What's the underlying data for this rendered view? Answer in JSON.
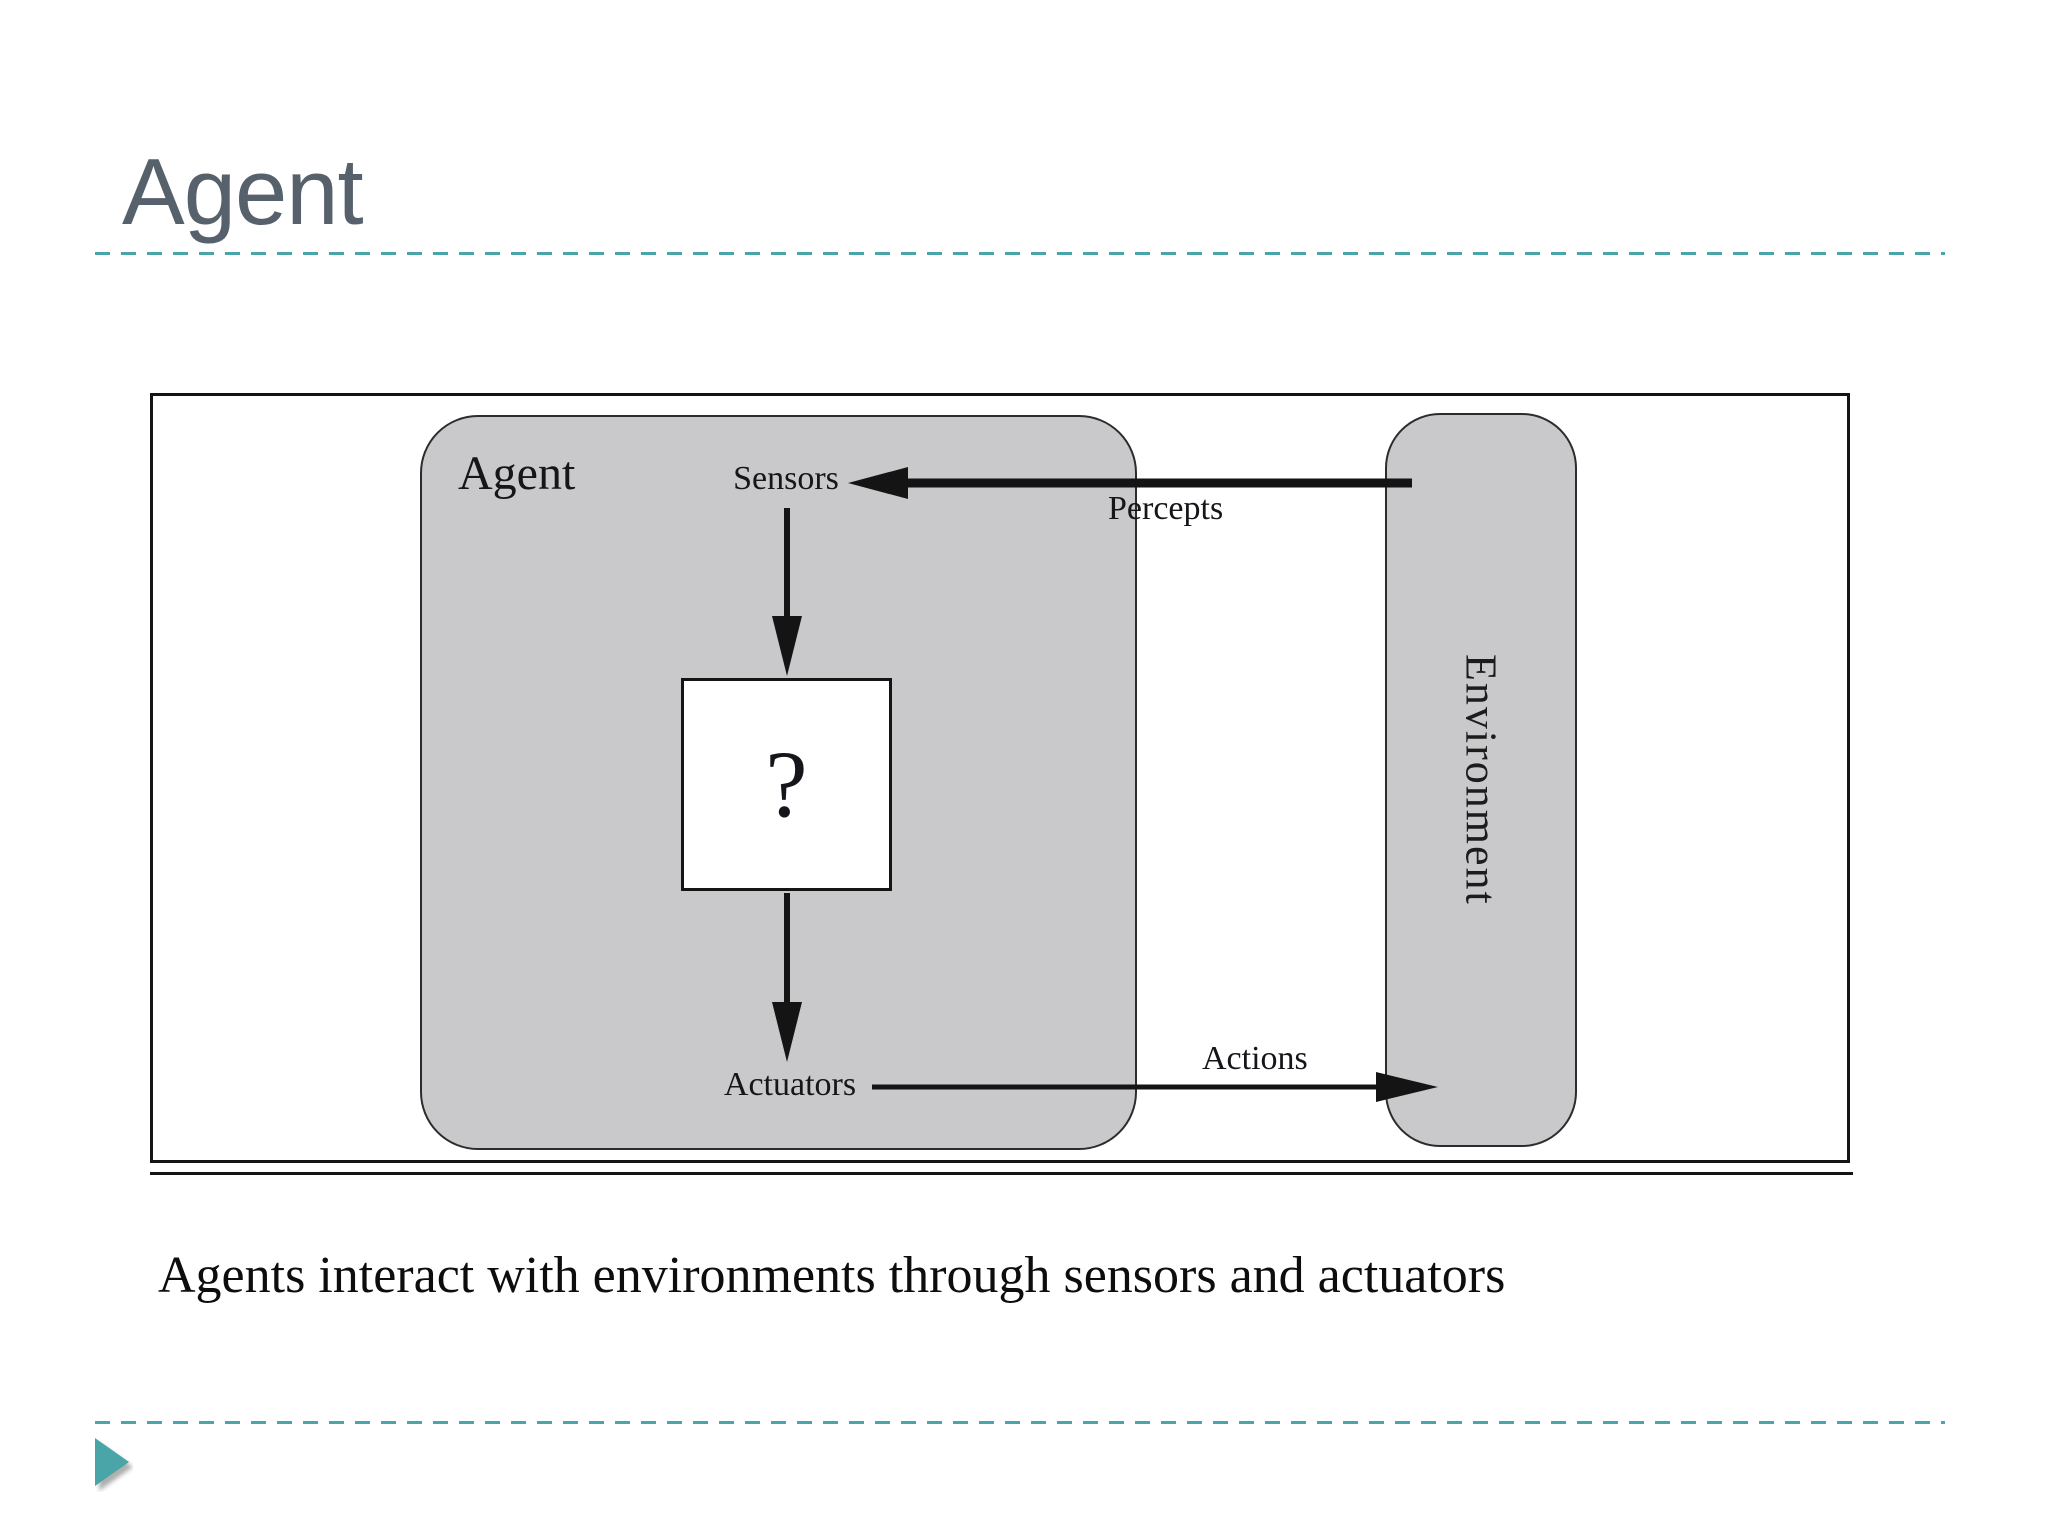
{
  "slide": {
    "title": "Agent",
    "caption": "Agents interact with environments through sensors and actuators"
  },
  "diagram": {
    "agent_label": "Agent",
    "sensors_label": "Sensors",
    "actuators_label": "Actuators",
    "percepts_label": "Percepts",
    "actions_label": "Actions",
    "environment_label": "Environment",
    "decision_symbol": "?"
  },
  "icons": {
    "bottom_left_pointer": "right-pointing-triangle-icon"
  },
  "colors": {
    "accent_teal": "#4aa5a9",
    "title_gray": "#57616c",
    "box_gray": "#c9c9cb",
    "ink": "#141414"
  }
}
